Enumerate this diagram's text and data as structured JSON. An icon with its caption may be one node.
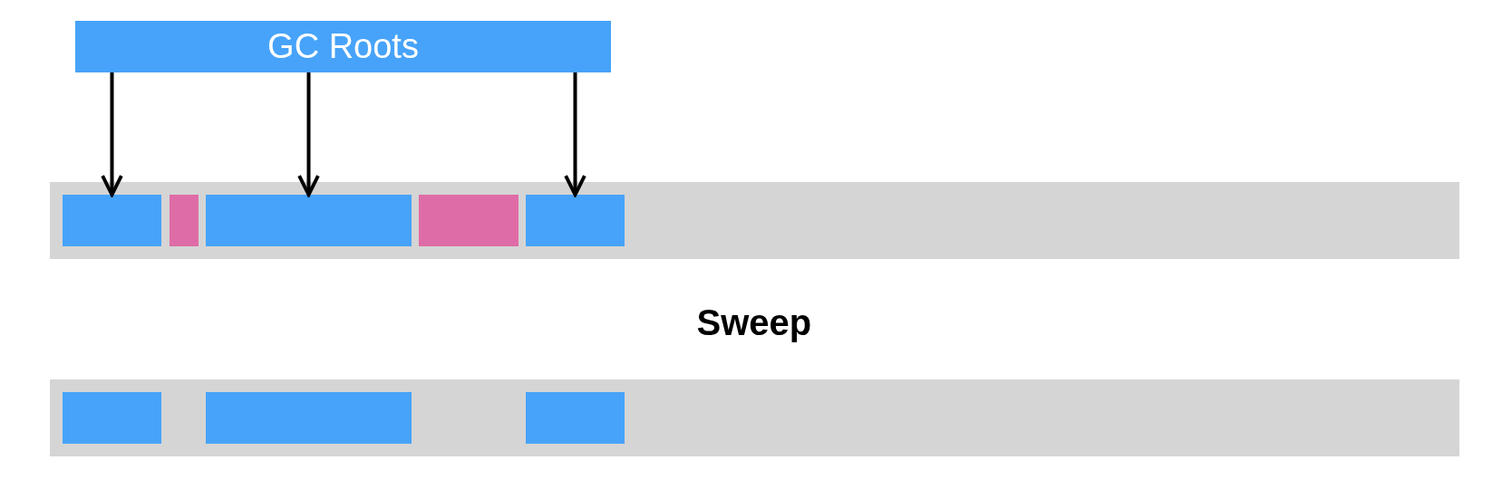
{
  "diagram": {
    "nodes": [
      {
        "text": [
          "GC Roots"
        ]
      },
      {
        "text": [],
        "shape": "bar"
      },
      {
        "text": [],
        "shape": "box",
        "in": 1
      },
      {
        "text": [],
        "shape": "box",
        "in": 1
      },
      {
        "text": [],
        "shape": "box",
        "in": 1
      },
      {
        "text": [],
        "shape": "box",
        "in": 1
      },
      {
        "text": [],
        "shape": "box",
        "in": 1
      },
      {
        "text": [],
        "shape": "bar"
      },
      {
        "text": [],
        "shape": "box",
        "in": 7
      },
      {
        "text": [],
        "shape": "box",
        "in": 7
      },
      {
        "text": [],
        "shape": "box",
        "in": 7
      }
    ],
    "edges": [
      {
        "from": 0,
        "to": 2,
        "arrow": "to"
      },
      {
        "from": 0,
        "to": 4,
        "arrow": "to"
      },
      {
        "from": 0,
        "to": 6,
        "arrow": "to"
      }
    ],
    "labels": [
      "Sweep"
    ]
  }
}
